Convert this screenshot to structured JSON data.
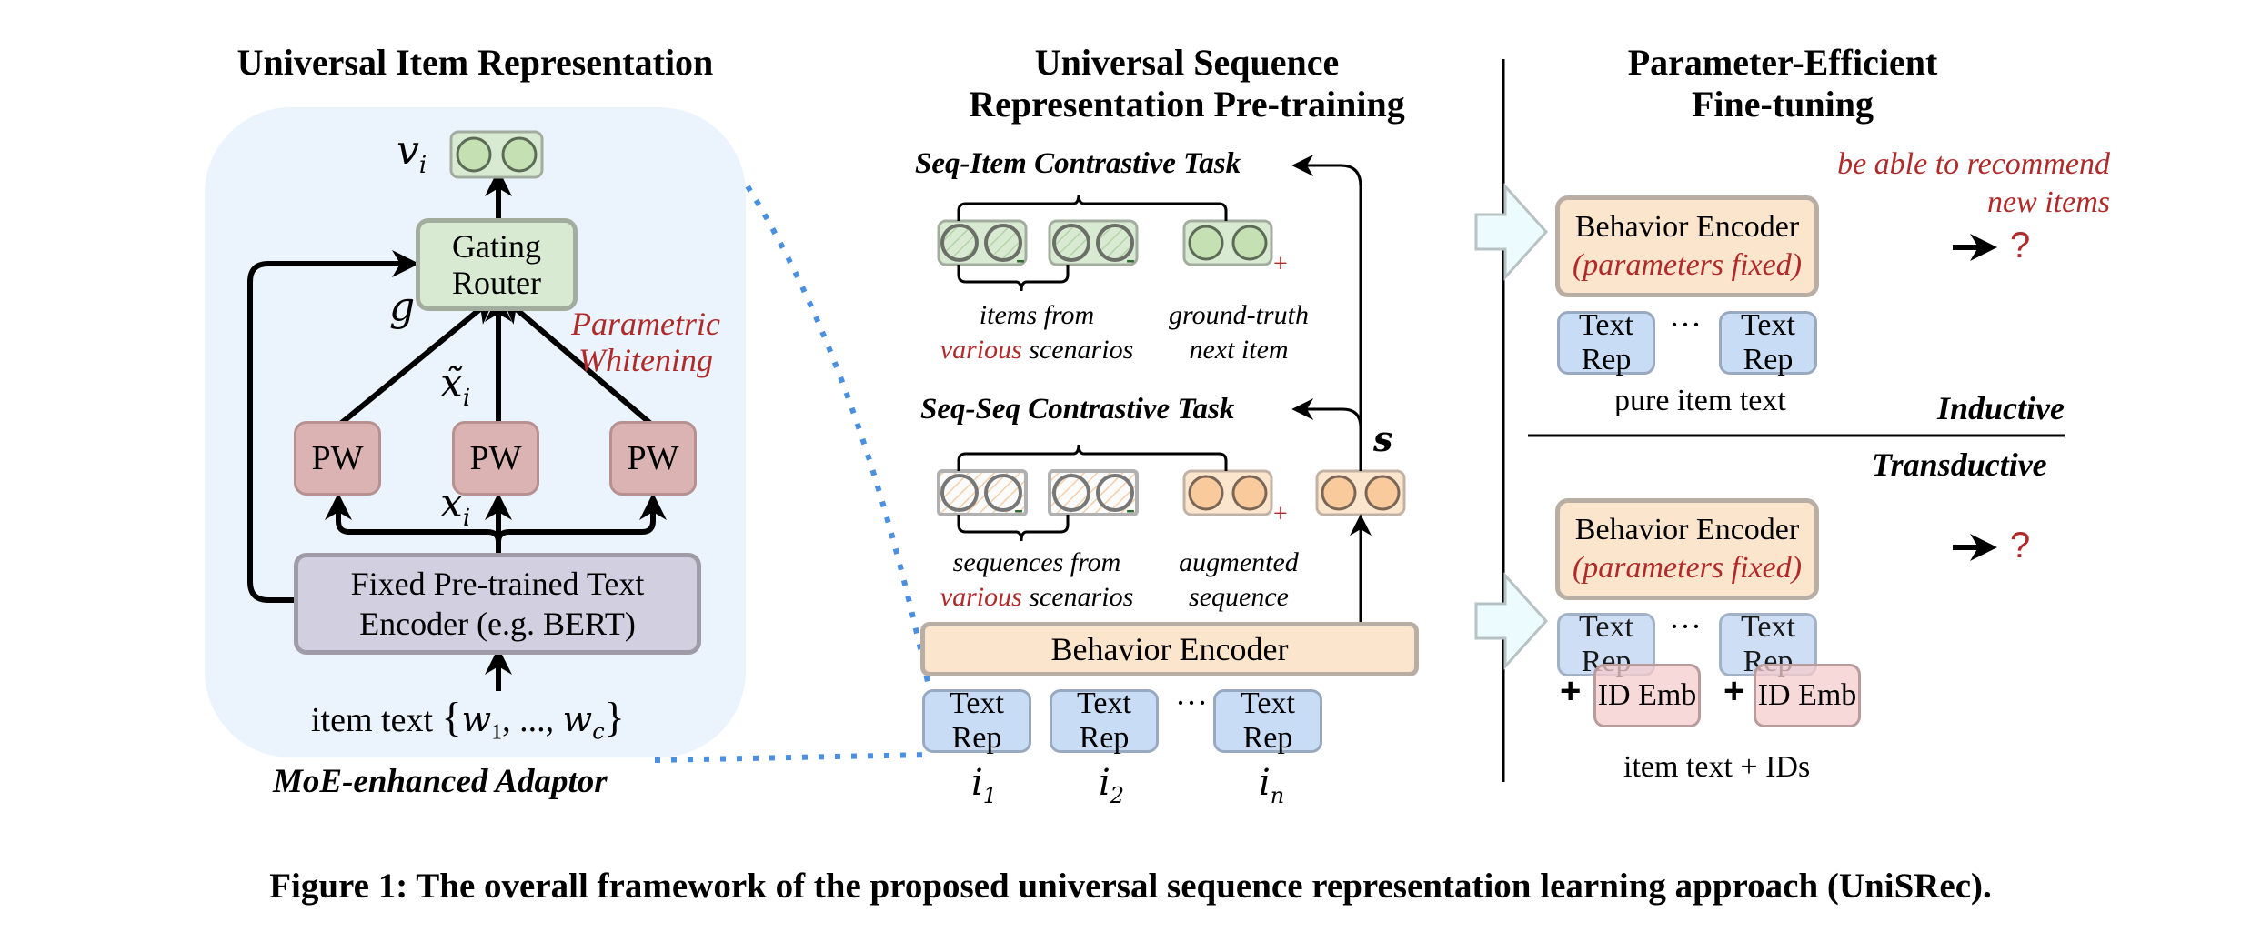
{
  "figure": {
    "caption": "Figure 1: The overall framework of the proposed universal sequence representation learning approach (UniSRec)."
  },
  "panel_item": {
    "title": "Universal Item Representation",
    "output_label": "v",
    "output_sub": "i",
    "gating_router_line1": "Gating",
    "gating_router_line2": "Router",
    "gate_label": "g",
    "xtilde_label": "x̃",
    "xtilde_sub": "i",
    "x_label": "x",
    "x_sub": "i",
    "pw_annotation_line1": "Parametric",
    "pw_annotation_line2": "Whitening",
    "pw_boxes": [
      "PW",
      "PW",
      "PW"
    ],
    "encoder_line1": "Fixed Pre-trained Text",
    "encoder_line2": "Encoder (e.g. BERT)",
    "input_text": "item text",
    "input_set": "{w₁, ..., w_c}",
    "input_set_open": "{",
    "input_w1": "w",
    "input_w1_sub": "1",
    "input_mid": ", ..., ",
    "input_wc": "w",
    "input_wc_sub": "c",
    "input_set_close": "}",
    "adaptor_label": "MoE-enhanced Adaptor"
  },
  "panel_pretrain": {
    "title_line1": "Universal Sequence",
    "title_line2": "Representation Pre-training",
    "seq_item_task": "Seq-Item Contrastive Task",
    "seq_item_neg_caption_line1": "items from",
    "seq_item_neg_caption_red": "various",
    "seq_item_neg_caption_rest": " scenarios",
    "seq_item_pos_caption_line1": "ground-truth",
    "seq_item_pos_caption_line2": "next item",
    "seq_seq_task": "Seq-Seq Contrastive Task",
    "seq_seq_neg_caption_line1": "sequences from",
    "seq_seq_neg_caption_red": "various",
    "seq_seq_neg_caption_rest": " scenarios",
    "seq_seq_pos_caption_line1": "augmented",
    "seq_seq_pos_caption_line2": "sequence",
    "neg_sign": "-",
    "pos_sign": "+",
    "seq_rep_label": "s",
    "behavior_encoder": "Behavior Encoder",
    "text_reps": [
      "Text Rep",
      "Text Rep",
      "Text Rep"
    ],
    "ellipsis": "···",
    "item_labels": [
      {
        "base": "i",
        "sub": "1"
      },
      {
        "base": "i",
        "sub": "2"
      },
      {
        "base": "i",
        "sub": "n"
      }
    ]
  },
  "panel_finetune": {
    "title_line1": "Parameter-Efficient",
    "title_line2": "Fine-tuning",
    "annotation_line1": "be able to recommend",
    "annotation_line2": "new items",
    "inductive": {
      "label": "Inductive",
      "encoder_line1": "Behavior Encoder",
      "encoder_line2": "(parameters fixed)",
      "output": "?",
      "text_reps": [
        "Text Rep",
        "Text Rep"
      ],
      "ellipsis": "···",
      "caption": "pure item text"
    },
    "transductive": {
      "label": "Transductive",
      "encoder_line1": "Behavior Encoder",
      "encoder_line2": "(parameters fixed)",
      "output": "?",
      "text_reps": [
        "Text Rep",
        "Text Rep"
      ],
      "id_embs": [
        "ID Emb",
        "ID Emb"
      ],
      "plus": "+",
      "ellipsis": "···",
      "caption": "item text + IDs"
    }
  },
  "colors": {
    "accent_red": "#b02a2a",
    "adaptor_bg": "#ebf3fd",
    "green_fill": "#d9ead3",
    "orange_fill": "#fce5cd",
    "blue_fill": "#c9dcf5",
    "pink_fill": "#f4cccc",
    "pw_fill": "#dbb3b3",
    "encoder_fill": "#d2cfe0",
    "dotted_blue": "#4a8fe0",
    "neg_green": "#2e6b2e"
  }
}
